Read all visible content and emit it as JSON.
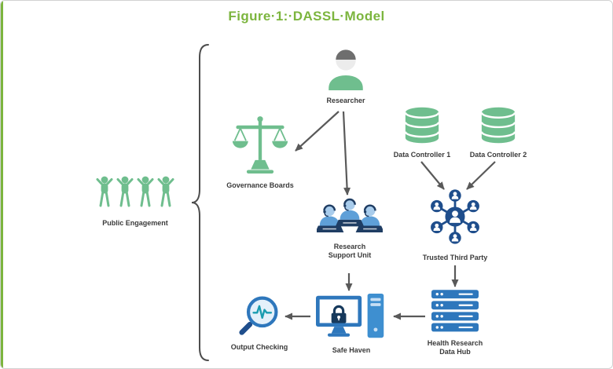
{
  "figure": {
    "title": "Figure·1:·DASSL·Model"
  },
  "nodes": {
    "public_engagement": {
      "label": "Public Engagement"
    },
    "researcher": {
      "label": "Researcher"
    },
    "governance_boards": {
      "label": "Governance Boards"
    },
    "data_controller_1": {
      "label": "Data Controller 1"
    },
    "data_controller_2": {
      "label": "Data Controller 2"
    },
    "research_support_unit": {
      "label": "Research Support Unit"
    },
    "trusted_third_party": {
      "label": "Trusted Third Party"
    },
    "output_checking": {
      "label": "Output Checking"
    },
    "safe_haven": {
      "label": "Safe Haven"
    },
    "health_research_data_hub": {
      "label": "Health Research Data Hub"
    }
  },
  "edges": [
    {
      "from": "researcher",
      "to": "governance_boards"
    },
    {
      "from": "researcher",
      "to": "research_support_unit"
    },
    {
      "from": "data_controller_1",
      "to": "trusted_third_party"
    },
    {
      "from": "data_controller_2",
      "to": "trusted_third_party"
    },
    {
      "from": "research_support_unit",
      "to": "safe_haven"
    },
    {
      "from": "trusted_third_party",
      "to": "health_research_data_hub"
    },
    {
      "from": "health_research_data_hub",
      "to": "safe_haven"
    },
    {
      "from": "safe_haven",
      "to": "output_checking"
    },
    {
      "from": "public_engagement",
      "to": "entire_model",
      "connector": "brace"
    }
  ],
  "colors": {
    "title_green": "#7CB53E",
    "icon_green": "#6FBE8E",
    "icon_blue": "#2E77BC",
    "icon_light_blue": "#3E8FD0",
    "icon_dark_blue": "#1F4E8C",
    "arrow_gray": "#595959",
    "label_text": "#3A3A3A"
  }
}
